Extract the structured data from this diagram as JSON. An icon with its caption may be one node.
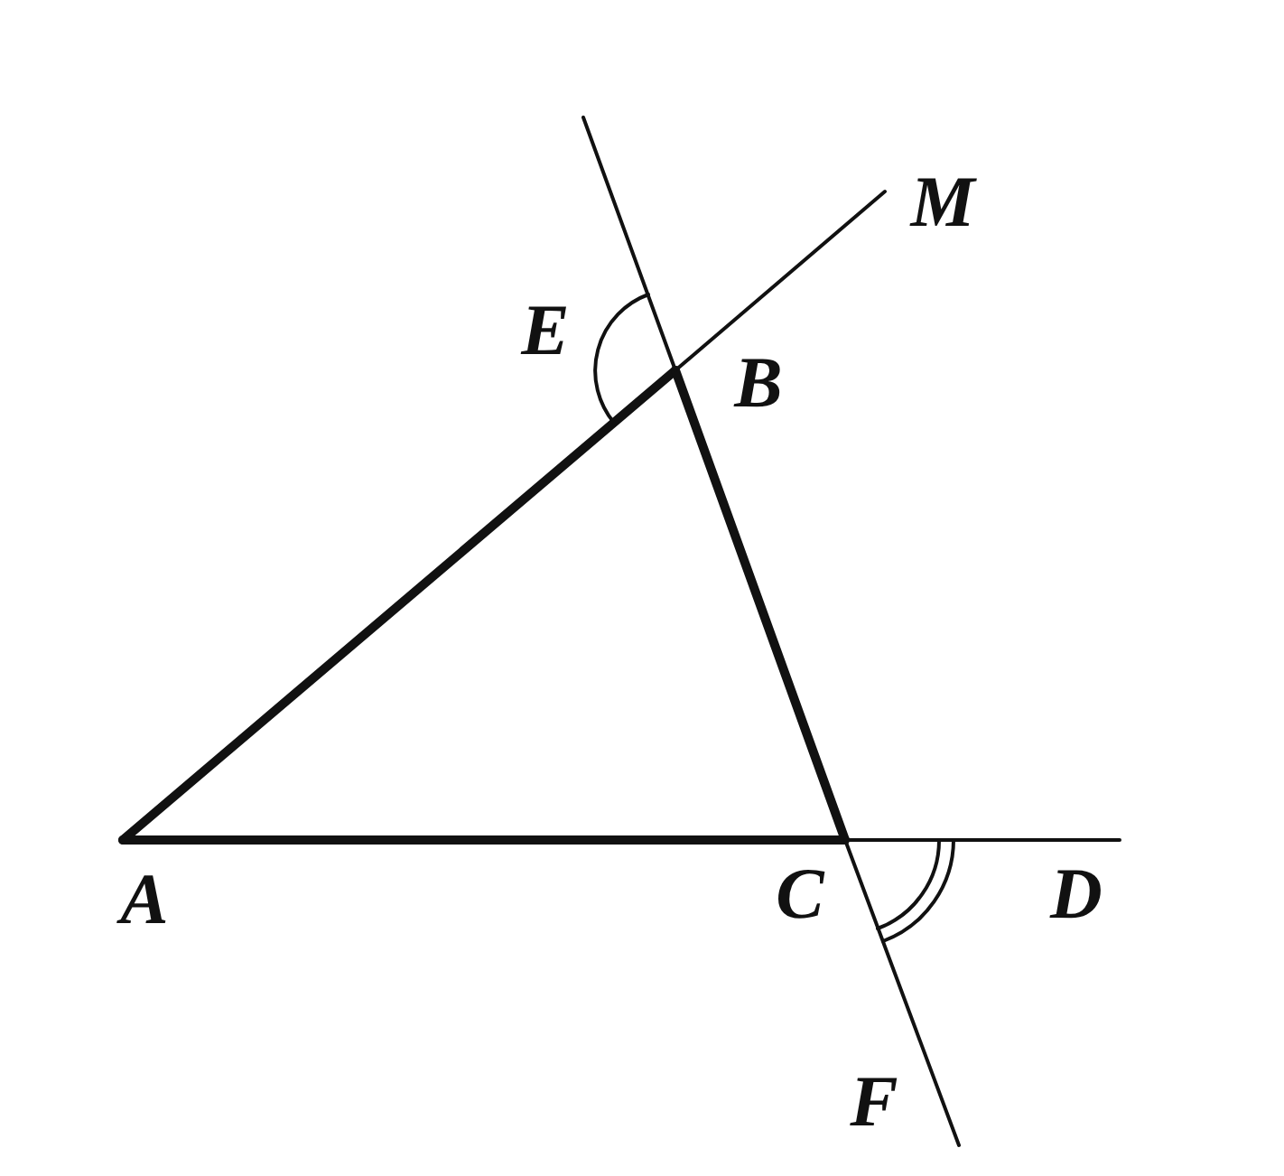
{
  "diagram": {
    "labels": [
      "M",
      "E",
      "B",
      "A",
      "C",
      "D",
      "F"
    ]
  }
}
